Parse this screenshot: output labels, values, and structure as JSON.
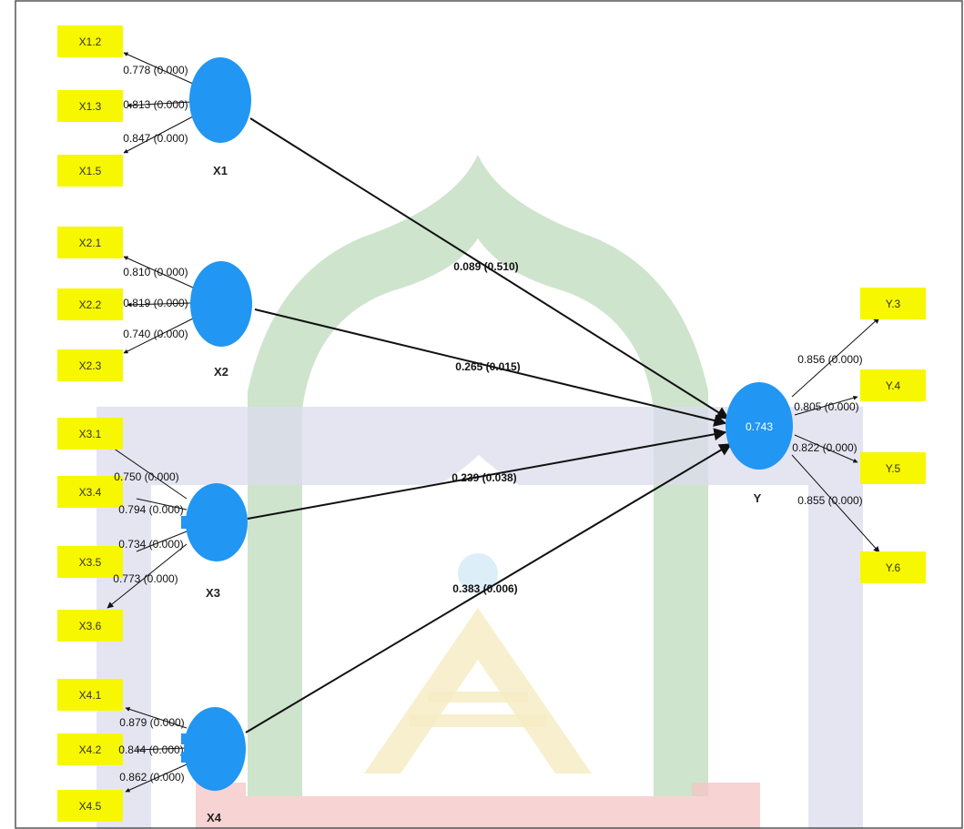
{
  "colors": {
    "indicator_fill": "#f7f700",
    "construct_fill": "#2196f3",
    "arrow": "#111111",
    "watermark_green": "#b9d9b8",
    "watermark_lavender": "#dcdcee",
    "watermark_yellow": "#f6ecc4",
    "watermark_red": "#f4c4c4"
  },
  "constructs": {
    "x1": {
      "label": "X1"
    },
    "x2": {
      "label": "X2"
    },
    "x3": {
      "label": "X3"
    },
    "x4": {
      "label": "X4"
    },
    "y": {
      "label": "Y",
      "r2": "0.743"
    }
  },
  "indicators": {
    "x1_2": "X1.2",
    "x1_3": "X1.3",
    "x1_5": "X1.5",
    "x2_1": "X2.1",
    "x2_2": "X2.2",
    "x2_3": "X2.3",
    "x3_1": "X3.1",
    "x3_4": "X3.4",
    "x3_5": "X3.5",
    "x3_6": "X3.6",
    "x4_1": "X4.1",
    "x4_2": "X4.2",
    "x4_5": "X4.5",
    "y_3": "Y.3",
    "y_4": "Y.4",
    "y_5": "Y.5",
    "y_6": "Y.6"
  },
  "loadings": {
    "x1_2": "0.778 (0.000)",
    "x1_3": "0.813 (0.000)",
    "x1_5": "0.847 (0.000)",
    "x2_1": "0.810 (0.000)",
    "x2_2": "0.819 (0.000)",
    "x2_3": "0.740 (0.000)",
    "x3_1": "0.750 (0.000)",
    "x3_4": "0.794 (0.000)",
    "x3_5": "0.734 (0.000)",
    "x3_6": "0.773 (0.000)",
    "x4_1": "0.879 (0.000)",
    "x4_2": "0.844 (0.000)",
    "x4_5": "0.862 (0.000)",
    "y_3": "0.856 (0.000)",
    "y_4": "0.805 (0.000)",
    "y_5": "0.822 (0.000)",
    "y_6": "0.855 (0.000)"
  },
  "paths": {
    "x1_y": "0.089 (0.510)",
    "x2_y": "0.265 (0.015)",
    "x3_y": "0.239 (0.038)",
    "x4_y": "0.383 (0.006)"
  }
}
